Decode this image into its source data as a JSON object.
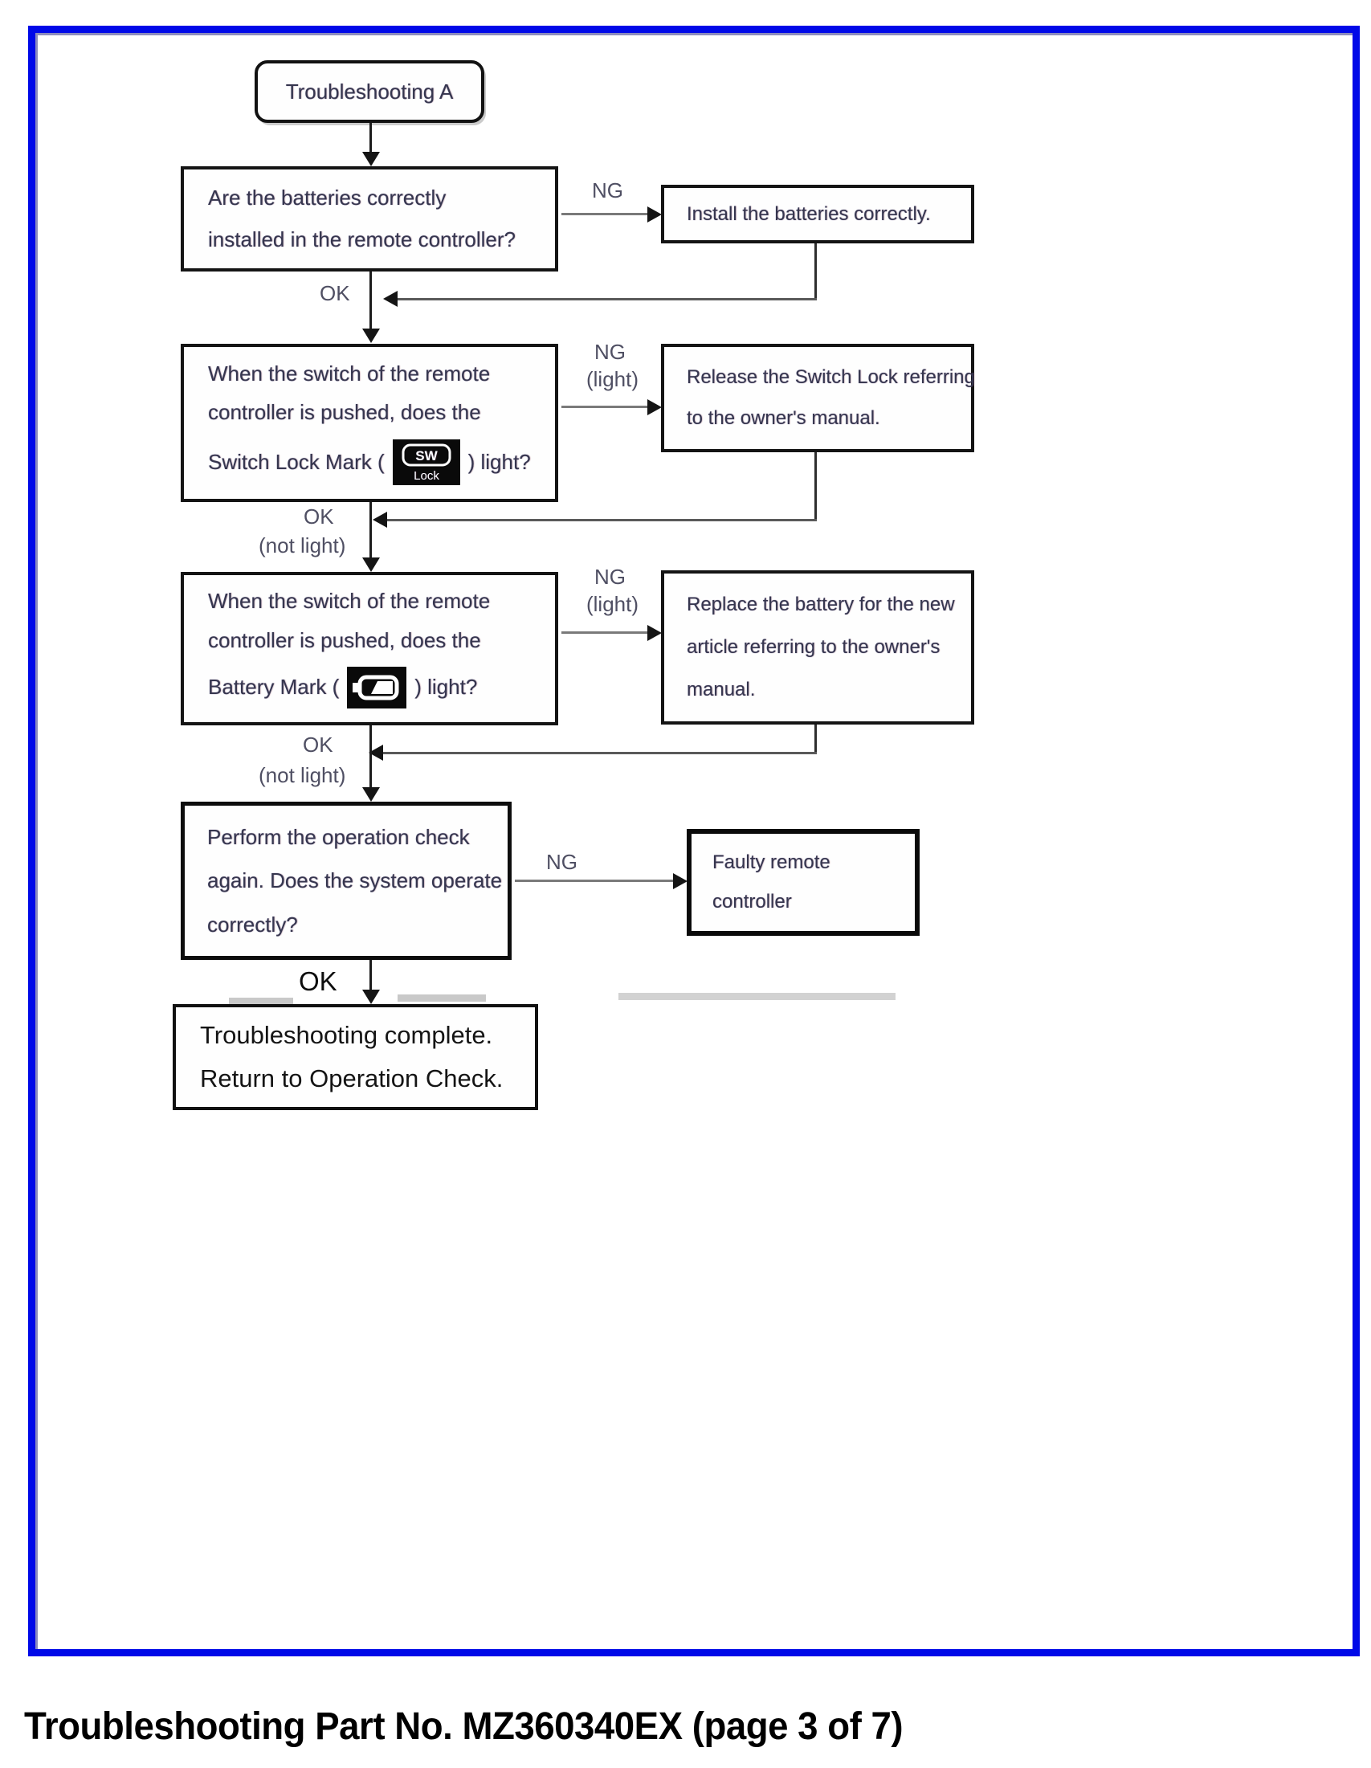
{
  "page": {
    "caption": "Troubleshooting Part No. MZ360340EX (page 3 of 7)",
    "frame_color": "#0009e8"
  },
  "labels": {
    "ng": "NG",
    "ok": "OK",
    "light": "(light)",
    "not_light": "(not light)"
  },
  "flowchart": {
    "start": {
      "label": "Troubleshooting A"
    },
    "q1": {
      "line1": "Are the batteries correctly",
      "line2": "installed in the remote controller?"
    },
    "a1": {
      "line1": "Install the batteries correctly."
    },
    "q2": {
      "line1": "When the switch of the remote",
      "line2": "controller is pushed, does the",
      "line3_prefix": "Switch Lock Mark (",
      "line3_suffix": ") light?"
    },
    "a2": {
      "line1": "Release the Switch Lock referring",
      "line2": "to the owner's manual."
    },
    "q3": {
      "line1": "When the switch of the remote",
      "line2": "controller is pushed, does the",
      "line3_prefix": "Battery Mark (",
      "line3_suffix": ") light?"
    },
    "a3": {
      "line1": "Replace the battery for the new",
      "line2": "article referring to the owner's",
      "line3": "manual."
    },
    "q4": {
      "line1": "Perform the operation check",
      "line2": "again. Does the system operate",
      "line3": "correctly?"
    },
    "a4": {
      "line1": "Faulty remote",
      "line2": "controller"
    },
    "end": {
      "line1": "Troubleshooting complete.",
      "line2": "Return to Operation Check."
    }
  },
  "icons": {
    "sw_lock": {
      "top": "SW",
      "bottom": "Lock"
    },
    "battery": "battery-mark"
  }
}
